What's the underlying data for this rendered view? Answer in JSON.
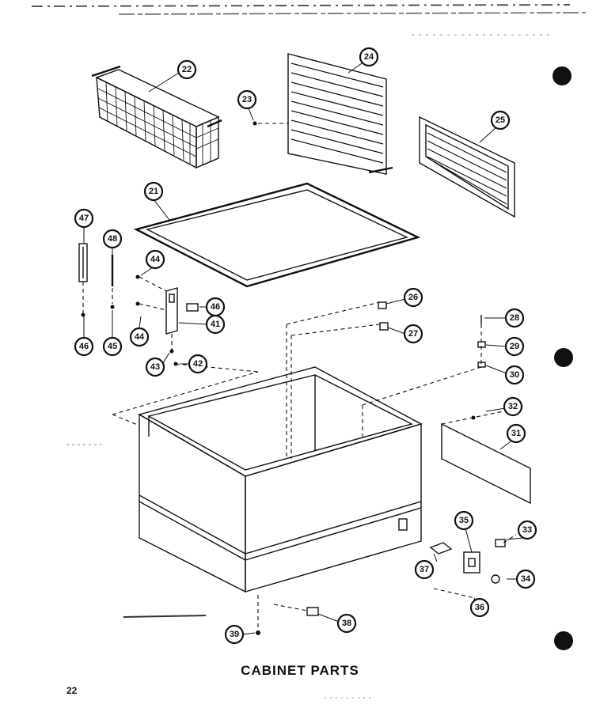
{
  "title": "CABINET PARTS",
  "page_number": "22",
  "callouts": [
    "22",
    "23",
    "24",
    "25",
    "21",
    "47",
    "48",
    "44",
    "46",
    "41",
    "44",
    "45",
    "46",
    "43",
    "42",
    "26",
    "27",
    "28",
    "29",
    "30",
    "32",
    "31",
    "35",
    "33",
    "37",
    "34",
    "36",
    "38",
    "39"
  ],
  "colors": {
    "ink": "#111111",
    "paper": "#ffffff"
  }
}
